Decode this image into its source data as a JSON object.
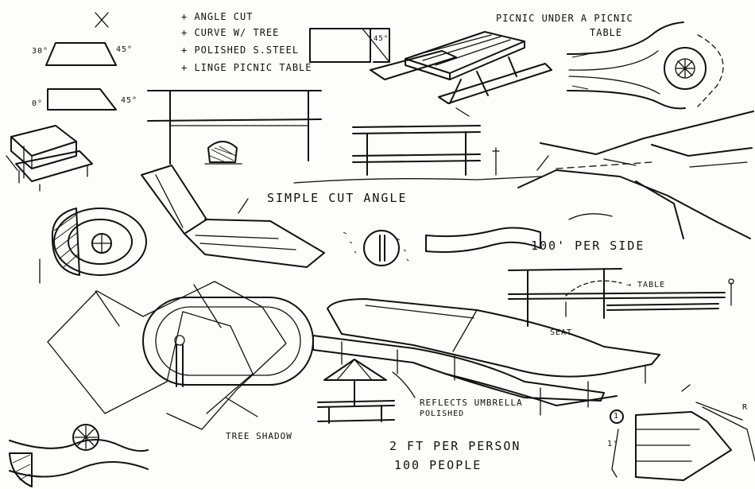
{
  "notes": {
    "line1": "+ ANGLE CUT",
    "line2": "+ CURVE W/ TREE",
    "line3": "+ POLISHED S.STEEL",
    "line4": "+ LINGE PICNIC TABLE"
  },
  "annotations": {
    "angle_30": "30°",
    "angle_45_top": "45°",
    "angle_0": "0°",
    "angle_45_bottom": "45°",
    "angle_45_box": "45°",
    "picnic_under_line1": "PICNIC UNDER A PICNIC",
    "picnic_under_line2": "TABLE",
    "simple_cut_angle": "SIMPLE CUT ANGLE",
    "per_side": "100' PER SIDE",
    "table": "→ TABLE",
    "seat": "SEAT",
    "reflect_umbrella": "REFLECTS UMBRELLA",
    "polished": "POLISHED",
    "tree_shadow": "TREE SHADOW",
    "per_person": "2 FT PER PERSON",
    "people": "100 PEOPLE",
    "circle_one": "1",
    "side_mark": "1'",
    "edge_mark": "R"
  },
  "colors": {
    "ink": "#111111",
    "paper": "#fdfdfb"
  }
}
